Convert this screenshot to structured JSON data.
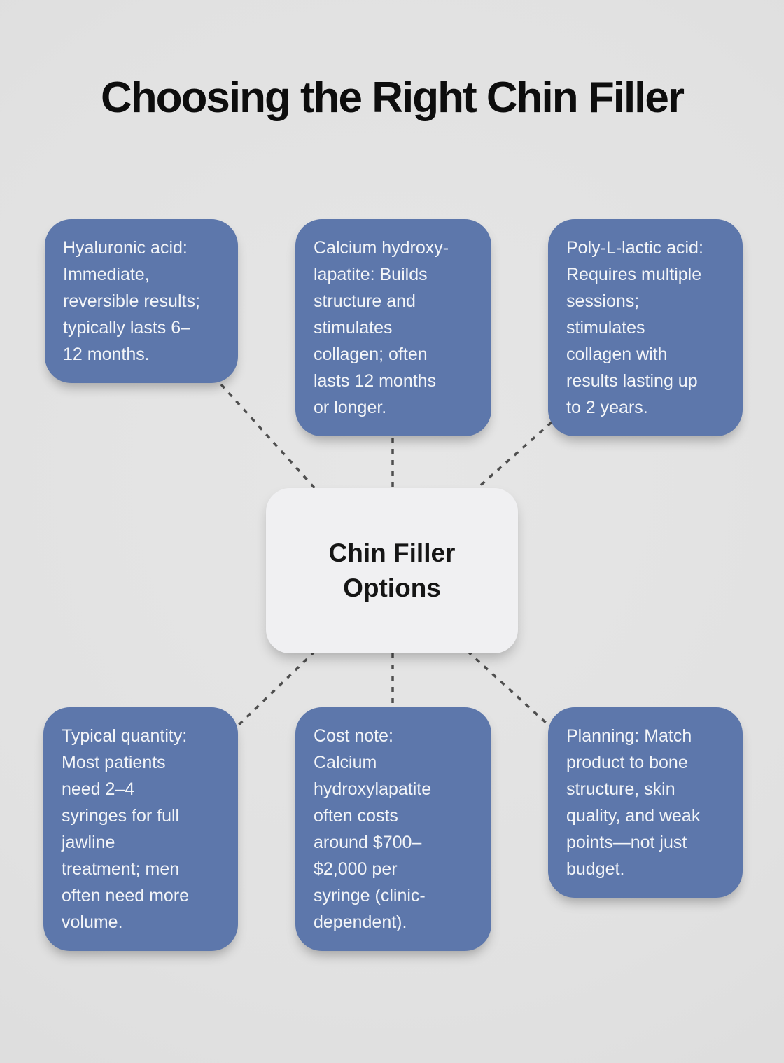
{
  "title": "Choosing the Right Chin Filler",
  "center": {
    "label": "Chin Filler\nOptions"
  },
  "nodes": [
    {
      "id": "hyaluronic-acid",
      "text": "Hyaluronic acid:\nImmediate,\nreversible results;\ntypically lasts 6–\n12 months."
    },
    {
      "id": "calcium-hydroxylapatite",
      "text": "Calcium hydroxy-\nlapatite: Builds\nstructure and\nstimulates\ncollagen; often\nlasts 12 months\nor longer."
    },
    {
      "id": "poly-l-lactic-acid",
      "text": "Poly-L-lactic acid:\nRequires multiple\nsessions;\nstimulates\ncollagen with\nresults lasting up\nto 2 years."
    },
    {
      "id": "typical-quantity",
      "text": "Typical quantity:\nMost patients\nneed 2–4\nsyringes for full\njawline\ntreatment; men\noften need more\nvolume."
    },
    {
      "id": "cost-note",
      "text": "Cost note:\nCalcium\nhydroxylapatite\noften costs\naround $700–\n$2,000 per\nsyringe (clinic-\ndependent)."
    },
    {
      "id": "planning",
      "text": "Planning: Match\nproduct to bone\nstructure, skin\nquality, and weak\npoints—not just\nbudget."
    }
  ],
  "colors": {
    "bg": "#e1e1e1",
    "node_fill": "#5d77ab",
    "node_text": "#f3f5f8",
    "center_fill": "#f0f0f2",
    "center_text": "#151515",
    "connector": "#4f4f4f",
    "title_color": "#0d0d0d"
  }
}
